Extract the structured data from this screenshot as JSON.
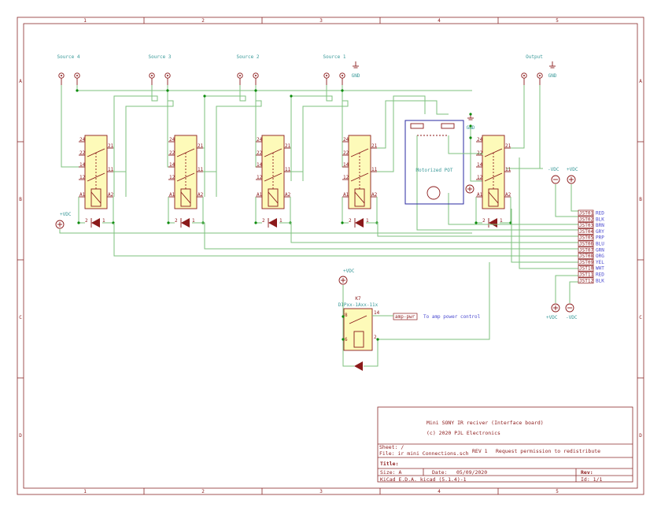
{
  "sheet": {
    "col_labels": [
      "1",
      "2",
      "3",
      "4",
      "5"
    ],
    "row_labels": [
      "A",
      "B",
      "C",
      "D"
    ]
  },
  "sources": [
    {
      "label": "Source 4"
    },
    {
      "label": "Source 3"
    },
    {
      "label": "Source 2"
    },
    {
      "label": "Source 1"
    },
    {
      "label": "Output"
    }
  ],
  "gnd_label": "GND",
  "relay_pins": {
    "left": [
      "24",
      "22",
      "14",
      "12",
      "A1"
    ],
    "right": [
      "21",
      "11",
      "A2"
    ]
  },
  "diode_pins": [
    "2",
    "1"
  ],
  "power": {
    "vdc_pos": "+VDC",
    "vdc_neg": "-VDC"
  },
  "motor_pot": {
    "label": "Motorized POT"
  },
  "connector": {
    "pins": [
      {
        "ref": "JST01",
        "color": "RED"
      },
      {
        "ref": "JST02",
        "color": "BLK"
      },
      {
        "ref": "JST03",
        "color": "BRN"
      },
      {
        "ref": "JST04",
        "color": "GRY"
      },
      {
        "ref": "JST05",
        "color": "PRP"
      },
      {
        "ref": "JST06",
        "color": "BLU"
      },
      {
        "ref": "JST07",
        "color": "GRN"
      },
      {
        "ref": "JST08",
        "color": "ORG"
      },
      {
        "ref": "JST09",
        "color": "YEL"
      },
      {
        "ref": "JST10",
        "color": "WHT"
      },
      {
        "ref": "JST11",
        "color": "RED"
      },
      {
        "ref": "JST12",
        "color": "BLK"
      }
    ]
  },
  "k7": {
    "ref": "K7",
    "part": "DIPxx-1Axx-11x",
    "pins": [
      "8",
      "14",
      "6",
      "2"
    ],
    "net_label": "amp-pwr",
    "note": "To amp power control"
  },
  "title_block": {
    "line1": "Mini SONY IR reciver   (Interface board)",
    "line2": "(c) 2020    PJL Electronics",
    "sheet": "Sheet: /",
    "file": "File: ir mini Connections.sch",
    "rev_note": "REV 1",
    "permission": "Request permission to redistribute",
    "title_label": "Title:",
    "size": "Size: A",
    "date_label": "Date:",
    "date": "05/09/2020",
    "rev_label": "Rev:",
    "kicad": "KiCad E.D.A.  kicad (5.1.4)-1",
    "id": "Id: 1/1"
  }
}
